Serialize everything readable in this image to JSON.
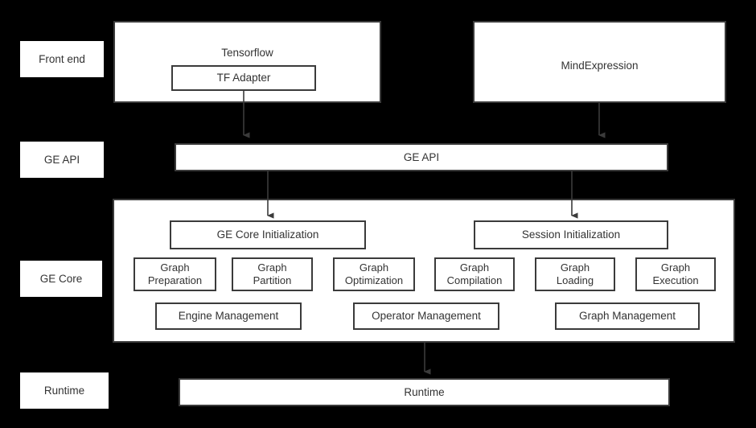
{
  "diagram": {
    "background_color": "#000000",
    "box_fill": "#ffffff",
    "box_border": "#3b3b3b",
    "text_color": "#333333",
    "lanes": [
      {
        "label": "Front end"
      },
      {
        "label": "GE API"
      },
      {
        "label": "GE Core"
      },
      {
        "label": "Runtime"
      }
    ],
    "frontend": {
      "tensorflow": {
        "title": "Tensorflow",
        "adapter": "TF Adapter"
      },
      "mindexpression": {
        "title": "MindExpression"
      }
    },
    "ge_api_bar": {
      "label": "GE API"
    },
    "ge_core": {
      "initializers": [
        {
          "label": "GE Core Initialization"
        },
        {
          "label": "Session Initialization"
        }
      ],
      "modules": [
        {
          "label": "Graph\nPreparation"
        },
        {
          "label": "Graph\nPartition"
        },
        {
          "label": "Graph\nOptimization"
        },
        {
          "label": "Graph\nCompilation"
        },
        {
          "label": "Graph\nLoading"
        },
        {
          "label": "Graph\nExecution"
        }
      ],
      "managers": [
        {
          "label": "Engine Management"
        },
        {
          "label": "Operator Management"
        },
        {
          "label": "Graph Management"
        }
      ]
    },
    "runtime_bar": {
      "label": "Runtime"
    },
    "connections": [
      {
        "from": "TF Adapter",
        "to": "GE API"
      },
      {
        "from": "MindExpression",
        "to": "GE API"
      },
      {
        "from": "GE API",
        "to": "GE Core Initialization"
      },
      {
        "from": "GE API",
        "to": "Session Initialization"
      },
      {
        "from": "GE Core",
        "to": "Runtime"
      }
    ]
  }
}
